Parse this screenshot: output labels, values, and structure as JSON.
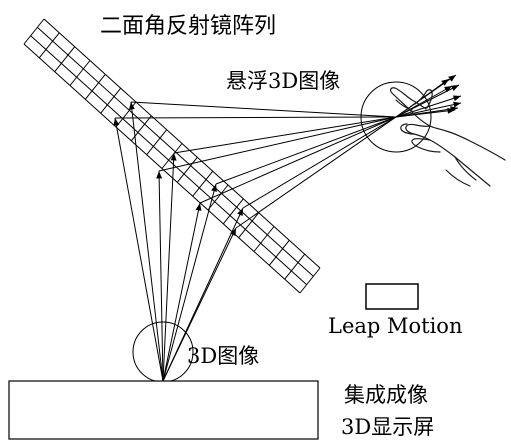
{
  "labels": {
    "mirror_array": "二面角反射镜阵列",
    "floating_image": "悬浮3D图像",
    "leap_motion": "Leap Motion",
    "source_image": "3D图像",
    "display_line1": "集成成像",
    "display_line2": "3D显示屏"
  },
  "colors": {
    "ink": "#000000",
    "background": "#ffffff"
  },
  "mirror_array": {
    "columns": 3,
    "rows": 18
  },
  "rays": {
    "count": 8
  },
  "icons": {
    "hand": "hand-icon",
    "sensor": "leap-motion-sensor-icon"
  }
}
